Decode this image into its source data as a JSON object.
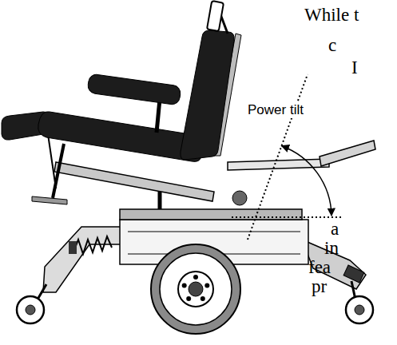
{
  "diagram": {
    "labels": [
      "While t",
      "c",
      "I",
      "Power tilt",
      "a",
      "in",
      "fea",
      "pr"
    ]
  }
}
